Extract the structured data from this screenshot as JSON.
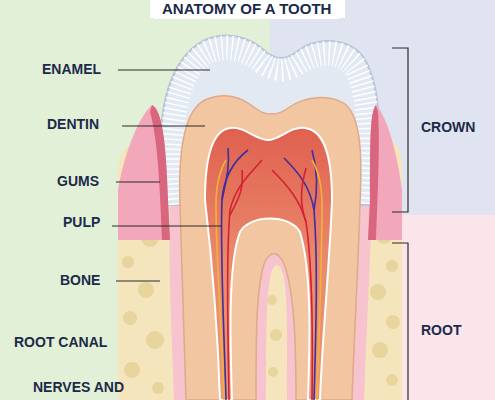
{
  "diagram": {
    "title": "ANATOMY OF A TOOTH",
    "labels": [
      "ENAMEL",
      "DENTIN",
      "GUMS",
      "PULP",
      "BONE",
      "ROOT CANAL",
      "NERVES AND",
      "CROWN",
      "ROOT"
    ]
  }
}
